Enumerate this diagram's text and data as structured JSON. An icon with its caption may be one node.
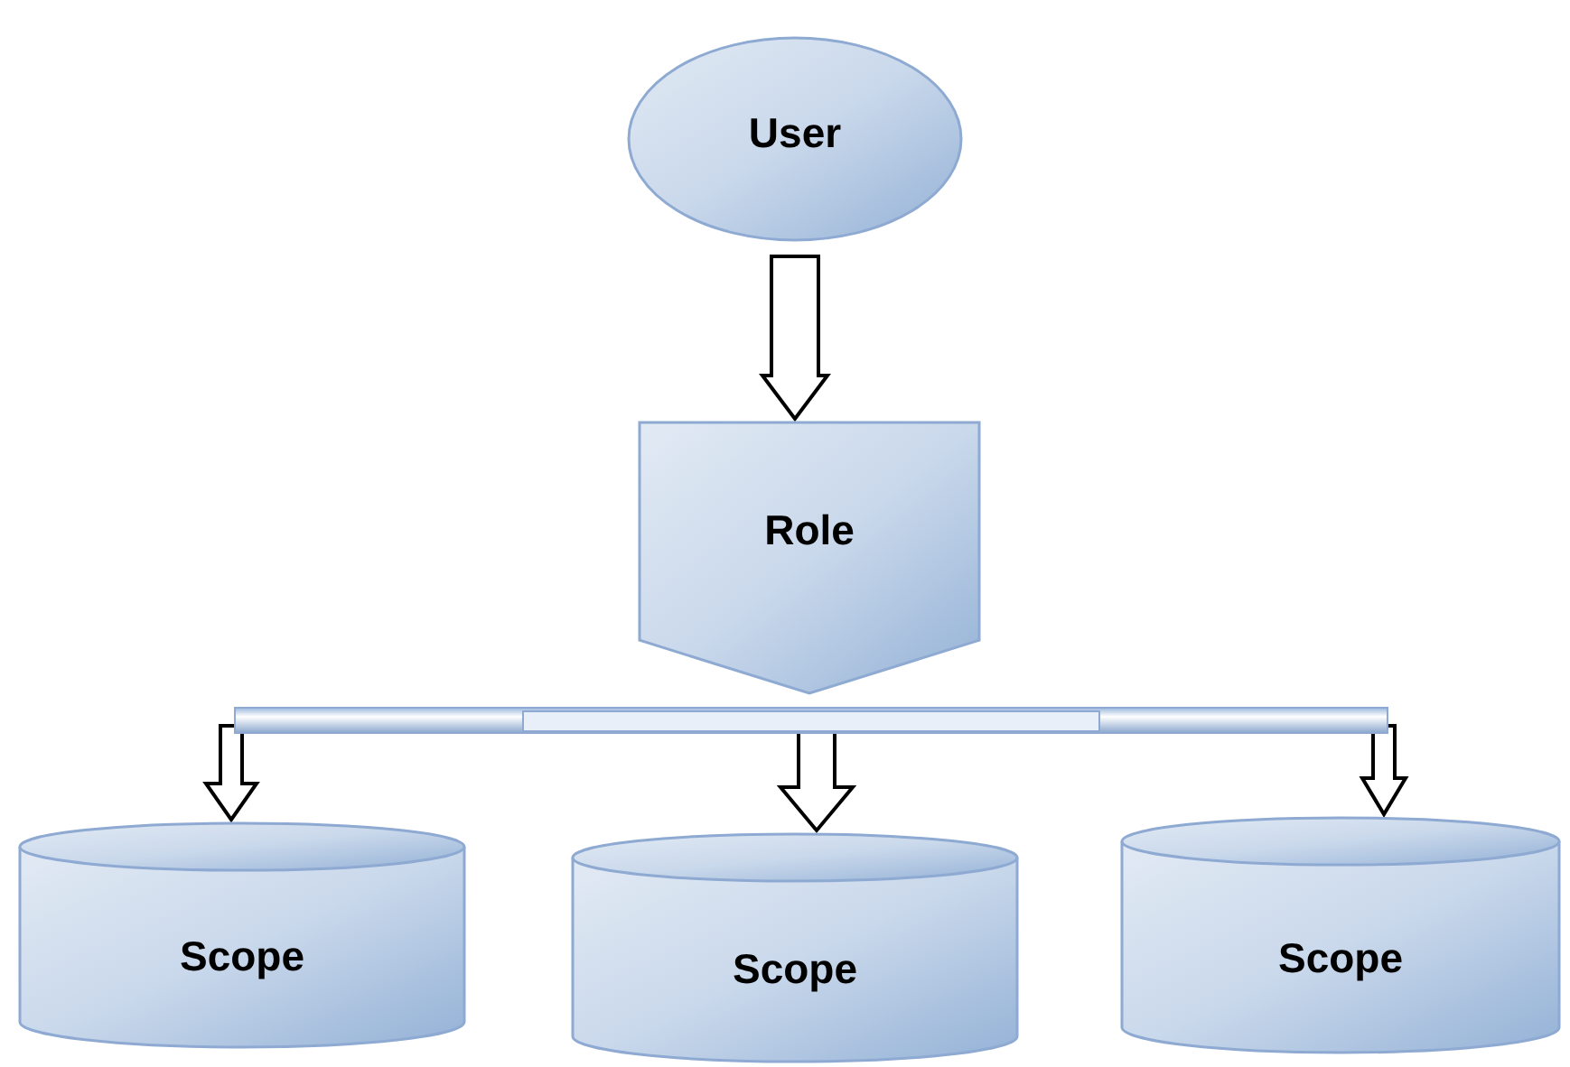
{
  "diagram": {
    "nodes": [
      {
        "text": [
          "User"
        ]
      },
      {
        "text": [
          "Role"
        ]
      },
      {
        "text": [],
        "shape": "bar"
      },
      {
        "text": [
          "Scope"
        ]
      },
      {
        "text": [
          "Scope"
        ]
      },
      {
        "text": [
          "Scope"
        ]
      }
    ],
    "edges": [
      {
        "from": 0,
        "to": 1,
        "arrow": "to"
      },
      {
        "from": 2,
        "to": 3,
        "arrow": "to"
      },
      {
        "from": 2,
        "to": 4,
        "arrow": "to"
      },
      {
        "from": 2,
        "to": 5,
        "arrow": "to"
      }
    ]
  }
}
